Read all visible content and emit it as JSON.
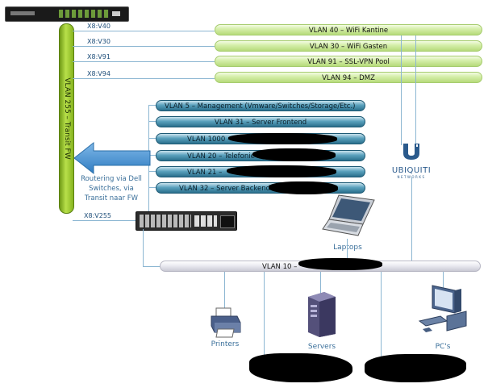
{
  "firewall": {
    "label": "VLAN 255 – Transit FW"
  },
  "ports": {
    "p40": "X8:V40",
    "p30": "X8:V30",
    "p91": "X8:V91",
    "p94": "X8:V94",
    "p255": "X8:V255"
  },
  "wifi_vlans": [
    "VLAN 40 – WiFi Kantine",
    "VLAN 30 – WiFi Gasten",
    "VLAN 91 – SSL-VPN Pool",
    "VLAN 94 – DMZ"
  ],
  "switch_vlans": [
    "VLAN 5 – Management (Vmware/Switches/Storage/Etc.)",
    "VLAN 31 – Server Frontend",
    "VLAN 1000 –",
    "VLAN 20 – Telefonie",
    "VLAN 21 –",
    "VLAN 32 – Server Backend"
  ],
  "routing_note": "Routering via Dell Switches, via Transit naar FW",
  "ubiquiti": {
    "brand": "UBIQUITI",
    "sub": "NETWORKS"
  },
  "lan": {
    "label": "VLAN 10 –"
  },
  "devices": {
    "laptops": "Laptops",
    "printers": "Printers",
    "servers": "Servers",
    "pcs": "PC's"
  },
  "colors": {
    "wifi_tube": "#c6e594",
    "server_tube": "#3d87a6",
    "lan_tube": "#dcdce6",
    "arrow": "#2f7cc1",
    "firewall_bar": "#9ccc2c"
  }
}
